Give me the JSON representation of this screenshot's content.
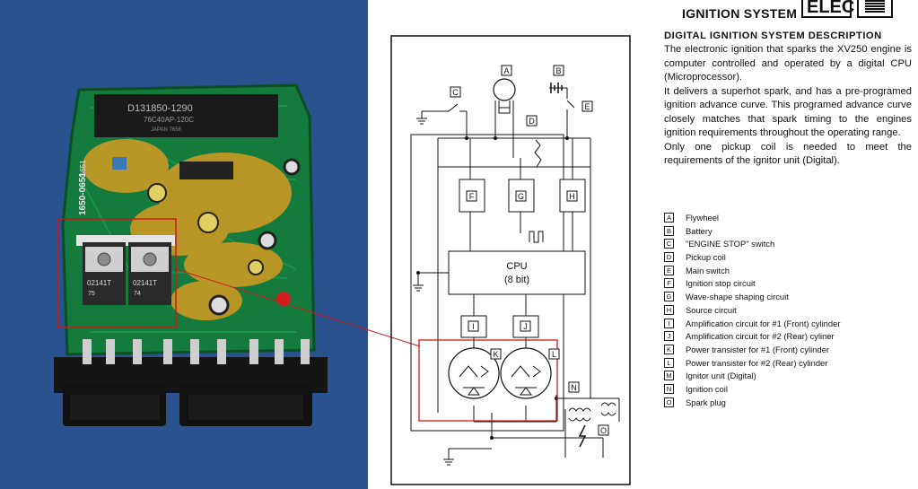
{
  "header": {
    "title": "IGNITION SYSTEM",
    "badge": "ELEC",
    "badge_icon": "battery-icon"
  },
  "description": {
    "title": "DIGITAL IGNITION SYSTEM DESCRIPTION",
    "paragraphs": [
      "The electronic ignition that sparks the XV250 engine is computer controlled and operated by a digital CPU (Microprocessor).",
      "It delivers a superhot spark, and has a pre-programed ignition advance curve. This programed advance curve closely matches that spark timing to the engines ignition requirements throughout the operating range.",
      "Only one pickup coil is needed to meet the requirements of the ignitor unit (Digital)."
    ]
  },
  "legend": [
    {
      "key": "A",
      "label": "Flywheel"
    },
    {
      "key": "B",
      "label": "Battery"
    },
    {
      "key": "C",
      "label": "\"ENGINE STOP\" switch"
    },
    {
      "key": "D",
      "label": "Pickup coil"
    },
    {
      "key": "E",
      "label": "Main switch"
    },
    {
      "key": "F",
      "label": "Ignition stop circuit"
    },
    {
      "key": "G",
      "label": "Wave-shape shaping circuit"
    },
    {
      "key": "H",
      "label": "Source circuit"
    },
    {
      "key": "I",
      "label": "Amplification circuit for #1 (Front) cylinder"
    },
    {
      "key": "J",
      "label": "Amplification circuit for #2 (Rear) cyliner"
    },
    {
      "key": "K",
      "label": "Power transister for #1 (Front) cylinder"
    },
    {
      "key": "L",
      "label": "Power transister for #2 (Rear) cylinder"
    },
    {
      "key": "M",
      "label": "Ignitor unit (Digital)"
    },
    {
      "key": "N",
      "label": "Ignition coil"
    },
    {
      "key": "O",
      "label": "Spark plug"
    }
  ],
  "diagram": {
    "cpu_label": "CPU",
    "cpu_sub": "(8 bit)",
    "labels": {
      "A": "A",
      "B": "B",
      "C": "C",
      "D": "D",
      "E": "E",
      "F": "F",
      "G": "G",
      "H": "H",
      "I": "I",
      "J": "J",
      "K": "K",
      "L": "L",
      "N": "N",
      "O": "O"
    }
  },
  "photo": {
    "chip_text_1": "D131850-1290",
    "chip_text_2": "76C40AP-120C",
    "chip_text_3": "JAPAN 7656",
    "transistor_1": "02141T",
    "transistor_2": "02141T",
    "transistor_1_sub": "75",
    "transistor_2_sub": "74",
    "board_text": "1650-0651",
    "board_text_2": "G651",
    "colors": {
      "background": "#2f5a96",
      "pcb": "#157a3d",
      "epoxy": "#c99a24",
      "highlight": "#d01818"
    }
  }
}
